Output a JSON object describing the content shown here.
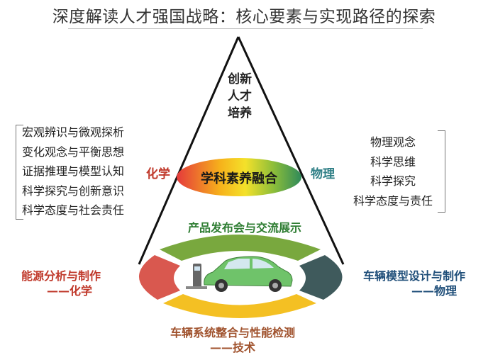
{
  "title": "深度解读人才强国战略：核心要素与实现路径的探索",
  "apex": [
    "创新",
    "人才",
    "培养"
  ],
  "core": "学科素养融合",
  "subjects": {
    "chemistry": "化学",
    "physics": "物理"
  },
  "left_list": [
    "宏观辨识与微观探析",
    "变化观念与平衡思想",
    "证据推理与模型认知",
    "科学探究与创新意识",
    "科学态度与社会责任"
  ],
  "right_list": [
    "物理观念",
    "科学思维",
    "科学探究",
    "科学态度与责任"
  ],
  "ring": {
    "top": "产品发布会与交流展示",
    "left": {
      "line1": "能源分析与制作",
      "line2": "——化学"
    },
    "right": {
      "line1": "车辆模型设计与制作",
      "line2": "——物理"
    },
    "bottom": {
      "line1": "车辆系统整合与性能检测",
      "line2": "——技术"
    }
  },
  "colors": {
    "core_gradient": [
      "#e5393b",
      "#f6b21b",
      "#f4e12a",
      "#8bbd3a",
      "#2f8a5a"
    ],
    "ring_left": "#d9584f",
    "ring_right": "#3f5a5c",
    "ring_top": "#79a83e",
    "ring_bottom": "#f4c023"
  }
}
